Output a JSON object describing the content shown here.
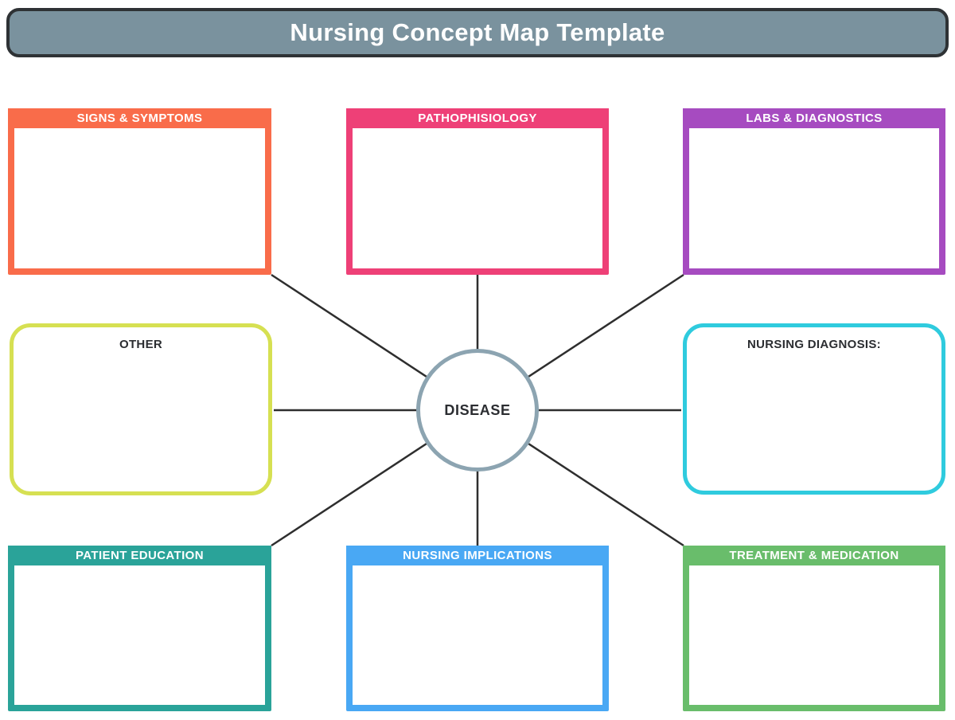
{
  "title": "Nursing Concept Map Template",
  "title_bar": {
    "fill": "#7A929E",
    "border": "#2E3235",
    "text_color": "#FFFFFF"
  },
  "center": {
    "label": "DISEASE",
    "border_color": "#8CA4B1"
  },
  "connector_color": "#2E2E2E",
  "boxes": {
    "signs_symptoms": {
      "label": "SIGNS & SYMPTOMS",
      "color": "#F96C4A",
      "style": "header"
    },
    "pathophisiology": {
      "label": "PATHOPHISIOLOGY",
      "color": "#EE4077",
      "style": "header"
    },
    "labs_diagnostics": {
      "label": "LABS & DIAGNOSTICS",
      "color": "#A64BC0",
      "style": "header"
    },
    "other": {
      "label": "OTHER",
      "color": "#D6E052",
      "style": "outline"
    },
    "nursing_diagnosis": {
      "label": "NURSING DIAGNOSIS:",
      "color": "#2FCBDE",
      "style": "outline"
    },
    "patient_education": {
      "label": "PATIENT EDUCATION",
      "color": "#2AA399",
      "style": "header"
    },
    "nursing_implications": {
      "label": "NURSING IMPLICATIONS",
      "color": "#49A8F4",
      "style": "header"
    },
    "treatment_medication": {
      "label": "TREATMENT & MEDICATION",
      "color": "#69BD6B",
      "style": "header"
    }
  }
}
